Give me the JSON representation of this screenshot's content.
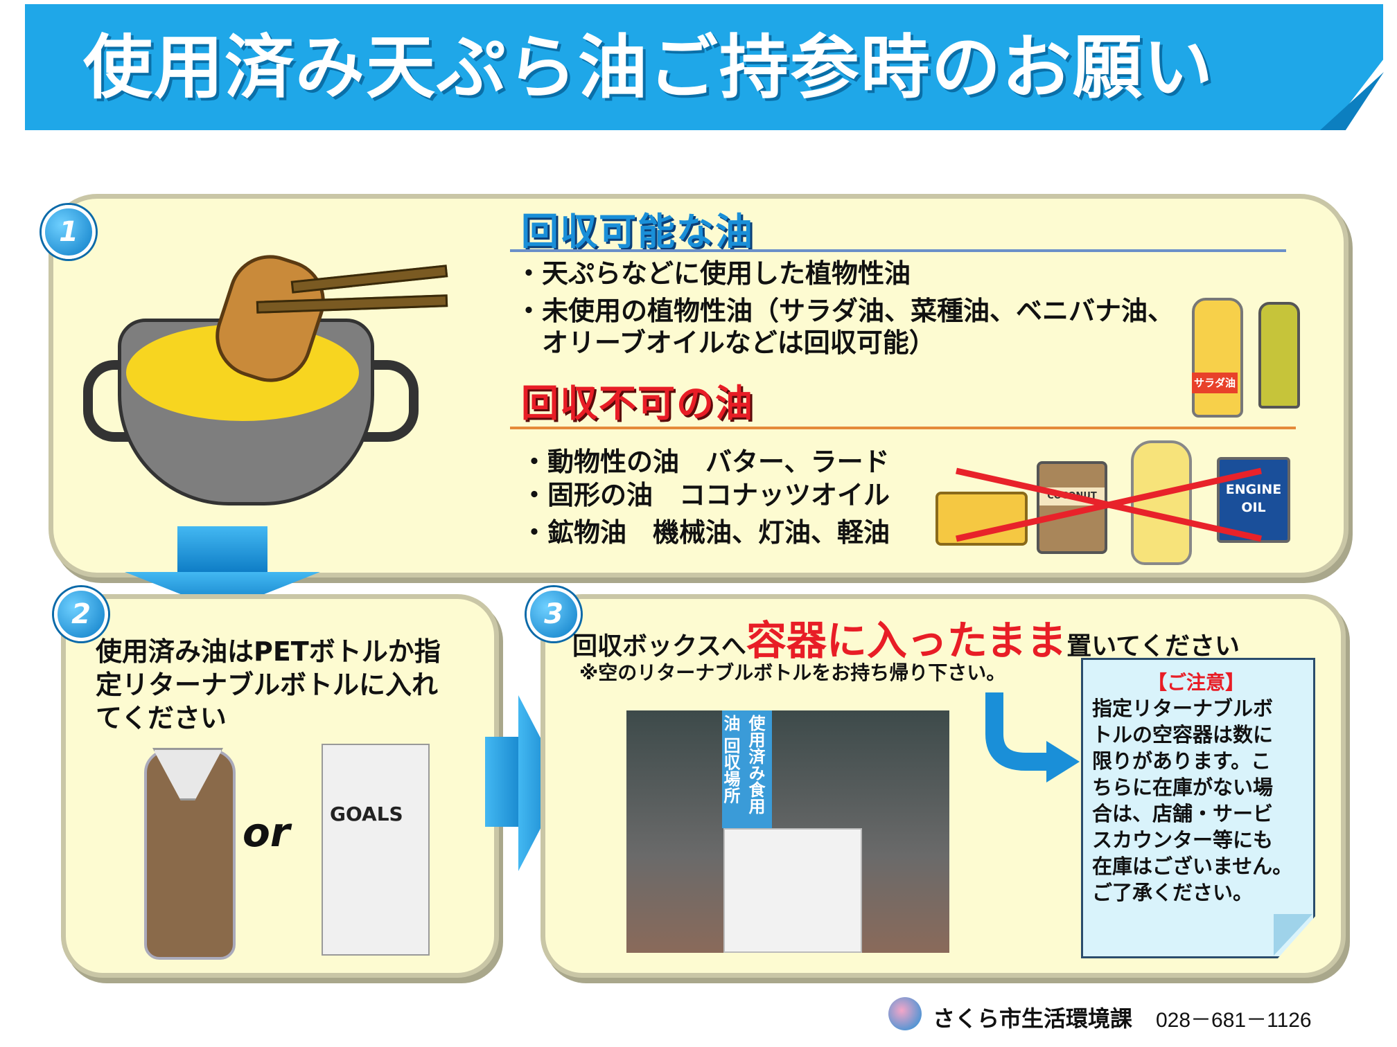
{
  "title": "使用済み天ぷら油ご持参時のお願い",
  "section1": {
    "number": "1",
    "ok_heading": "回収可能な油",
    "ok_items": [
      "・天ぷらなどに使用した植物性油",
      "・未使用の植物性油（サラダ油、菜種油、ベニバナ油、",
      "　オリーブオイルなどは回収可能）"
    ],
    "ng_heading": "回収不可の油",
    "ng_items": [
      "・動物性の油　バター、ラード",
      "・固形の油　ココナッツオイル",
      "・鉱物油　機械油、灯油、軽油"
    ],
    "bottle_label": "サラダ油",
    "coconut_label": "COCONUT",
    "engine_oil_label": "ENGINE OIL"
  },
  "section2": {
    "number": "2",
    "instruction_lines": [
      "使用済み油はPETボトルか指",
      "定リターナブルボトルに入れ",
      "てください"
    ],
    "or_text": "or",
    "bottle_label": "GOALS"
  },
  "section3": {
    "number": "3",
    "instruction_prefix": "回収ボックスへ",
    "instruction_emphasis": "容器に入ったまま",
    "instruction_suffix": "置いてください",
    "subnote": "※空のリターナブルボトルをお持ち帰り下さい。",
    "photo_banner": "使用済み食用油 回収場所",
    "note_title": "【ご注意】",
    "note_lines": [
      "指定リターナブルボ",
      "トルの空容器は数に",
      "限りがあります。こ",
      "ちらに在庫がない場",
      "合は、店舗・サービ",
      "スカウンター等にも",
      "在庫はございません。",
      "ご了承ください。"
    ]
  },
  "footer": {
    "organization": "さくら市生活環境課",
    "phone": "028－681－1126"
  },
  "colors": {
    "banner": "#1fa7e8",
    "panel": "#fdfbd1",
    "ok_heading": "#1a8fd8",
    "ng_heading": "#e81d26",
    "note_bg": "#d9f3fb"
  }
}
